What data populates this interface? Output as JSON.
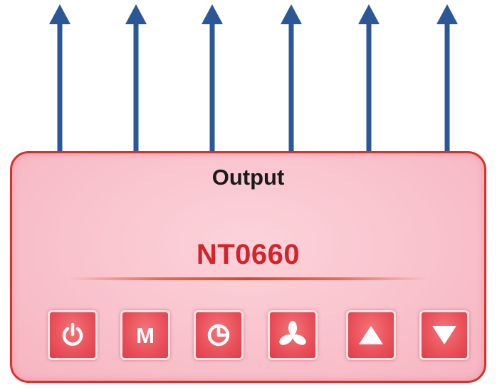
{
  "panel": {
    "title": "Output",
    "model": "NT0660"
  },
  "buttons": [
    {
      "name": "power-button",
      "icon": "power-icon"
    },
    {
      "name": "mode-button",
      "icon": "m-letter-icon",
      "label": "M"
    },
    {
      "name": "timer-button",
      "icon": "timer-icon"
    },
    {
      "name": "fan-button",
      "icon": "fan-icon"
    },
    {
      "name": "up-button",
      "icon": "triangle-up-icon"
    },
    {
      "name": "down-button",
      "icon": "triangle-down-icon"
    }
  ],
  "colors": {
    "arrow": "#2b5797",
    "panel_border": "#d9302b",
    "panel_fill": "#f9c2cc",
    "model_text": "#d3232b",
    "button_fill": "#e9505a"
  }
}
